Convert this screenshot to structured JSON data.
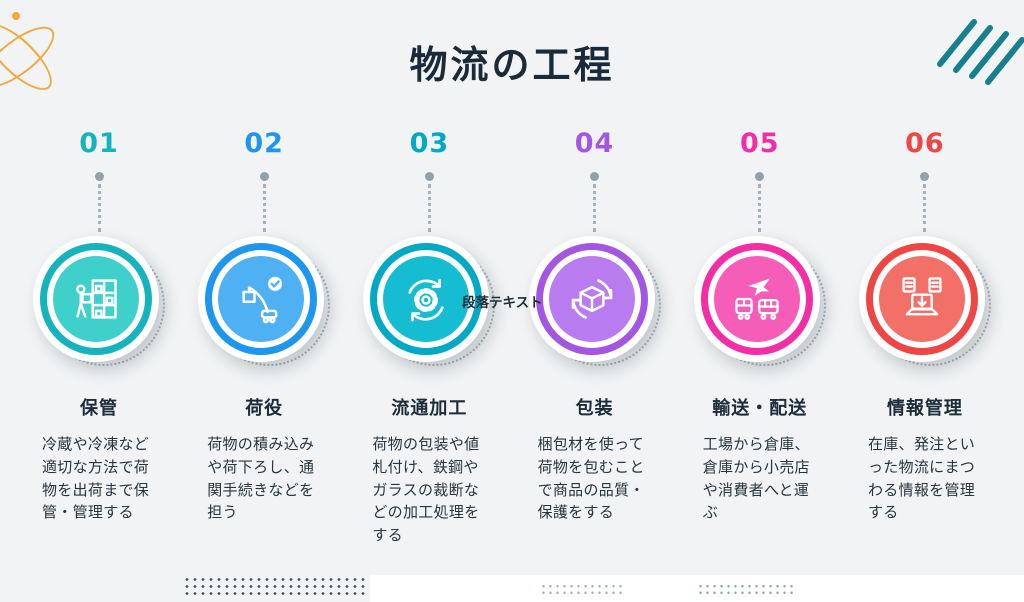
{
  "page": {
    "background": "#f1f3f4",
    "title": "物流の工程",
    "title_color": "#1b2a38"
  },
  "stray_label": "段落テキスト",
  "steps": [
    {
      "number": "01",
      "title": "保管",
      "description": "冷蔵や冷凍など適切な方法で荷物を出荷まで保管・管理する",
      "color": "#14b3bd",
      "inner_color": "#40d0cc",
      "icon": "warehouse-worker-icon"
    },
    {
      "number": "02",
      "title": "荷役",
      "description": "荷物の積み込みや荷下ろし、通関手続きなどを担う",
      "color": "#1e96ee",
      "inner_color": "#4fb0f4",
      "icon": "crane-loading-icon"
    },
    {
      "number": "03",
      "title": "流通加工",
      "description": "荷物の包装や値札付け、鉄鋼やガラスの裁断などの加工処理をする",
      "color": "#02a9c4",
      "inner_color": "#16bdd2",
      "icon": "gear-process-icon"
    },
    {
      "number": "04",
      "title": "包装",
      "description": "梱包材を使って荷物を包むことで商品の品質・保護をする",
      "color": "#a357e0",
      "inner_color": "#b97cf0",
      "icon": "box-cycle-icon"
    },
    {
      "number": "05",
      "title": "輸送・配送",
      "description": "工場から倉庫、倉庫から小売店や消費者へと運ぶ",
      "color": "#f32da6",
      "inner_color": "#f65db9",
      "icon": "transport-vehicles-icon"
    },
    {
      "number": "06",
      "title": "情報管理",
      "description": "在庫、発注といった物流にまつわる情報を管理する",
      "color": "#ee4545",
      "inner_color": "#f37069",
      "icon": "laptop-data-icon"
    }
  ],
  "decor": {
    "scribble_color": "#f2a93d",
    "diagonal_lines_color": "#17808f",
    "connector_color": "#93a2aa"
  }
}
